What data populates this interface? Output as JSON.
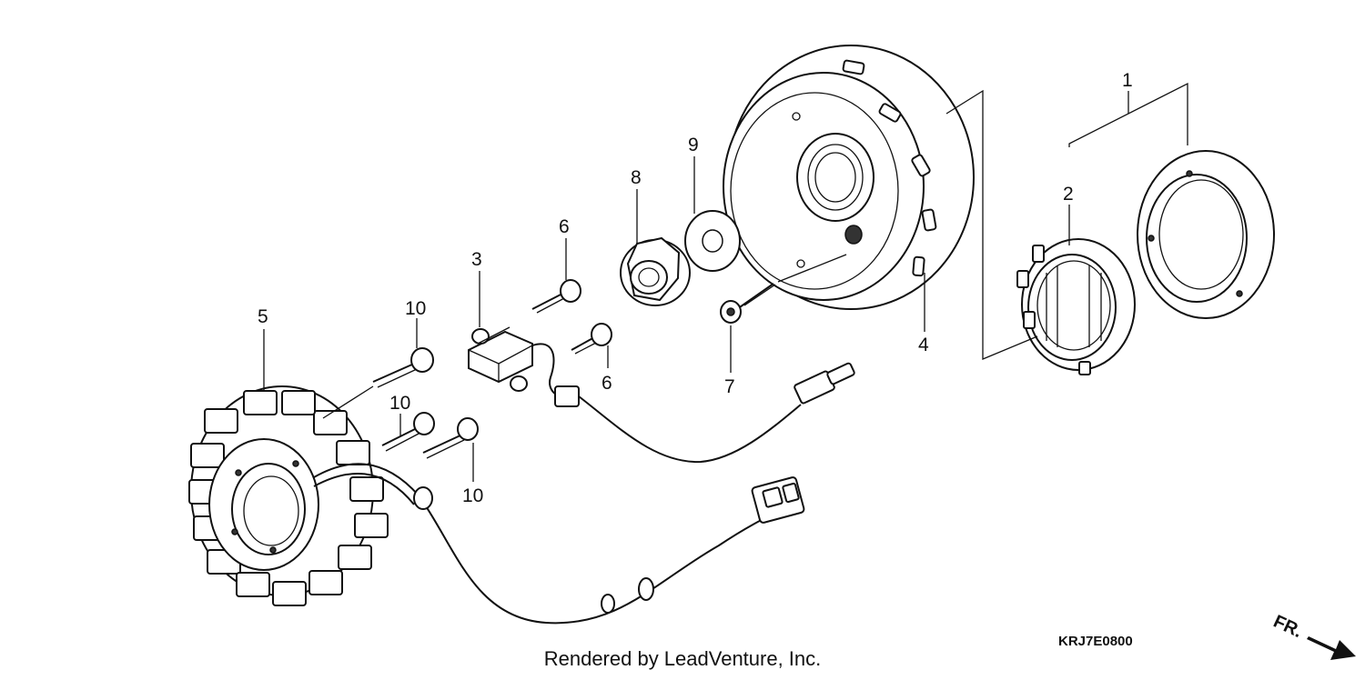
{
  "callouts": {
    "c1": "1",
    "c2": "2",
    "c3": "3",
    "c4": "4",
    "c5": "5",
    "c6a": "6",
    "c6b": "6",
    "c7": "7",
    "c8": "8",
    "c9": "9",
    "c10a": "10",
    "c10b": "10",
    "c10c": "10"
  },
  "drawing_code": "KRJ7E0800",
  "credit": "Rendered by LeadVenture, Inc.",
  "front_indicator": {
    "label": "FR."
  }
}
